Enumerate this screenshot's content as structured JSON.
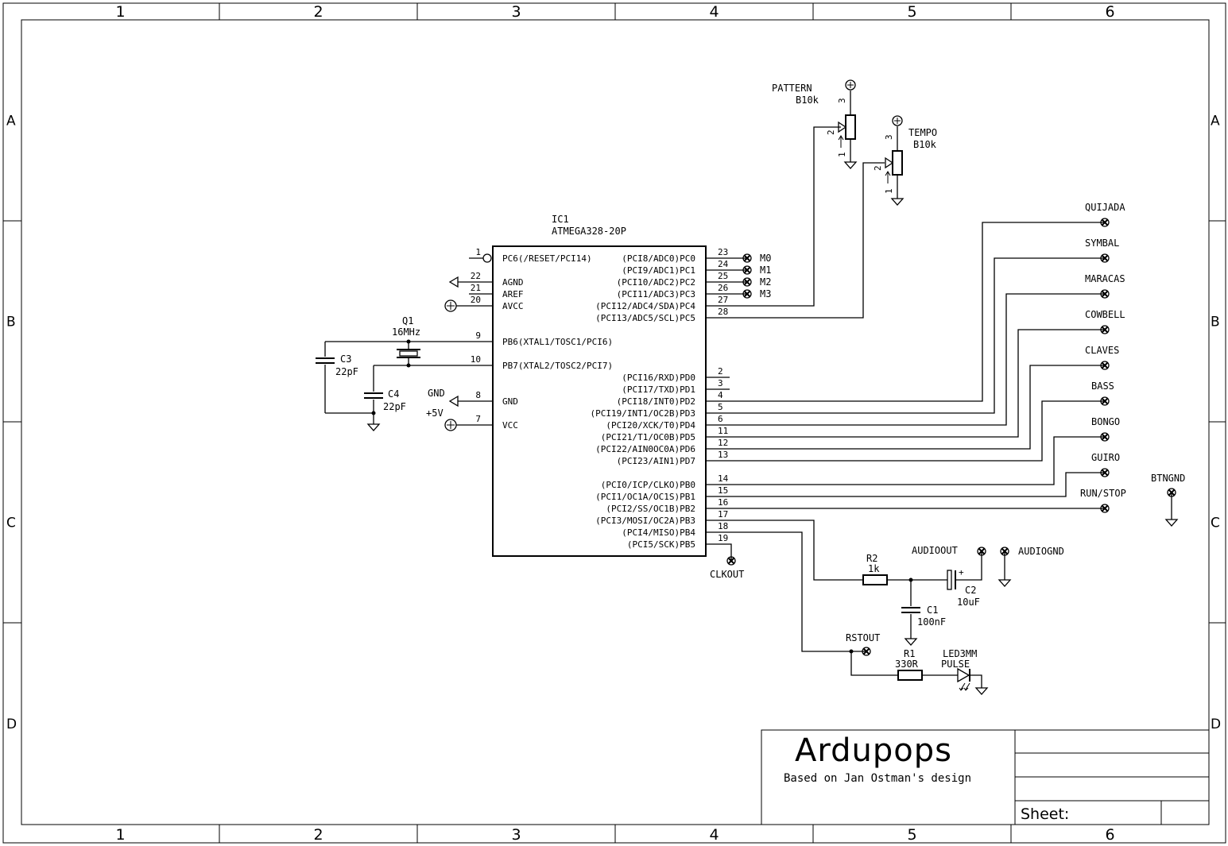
{
  "frame": {
    "columns": [
      "1",
      "2",
      "3",
      "4",
      "5",
      "6"
    ],
    "rows": [
      "A",
      "B",
      "C",
      "D"
    ]
  },
  "title_block": {
    "title": "Ardupops",
    "subtitle": "Based on Jan Ostman's design",
    "sheet_label": "Sheet:"
  },
  "ic1": {
    "ref": "IC1",
    "part": "ATMEGA328-20P",
    "left_pins": [
      {
        "num": "1",
        "name": "PC6(/RESET/PCI14)"
      },
      {
        "num": "22",
        "name": "AGND"
      },
      {
        "num": "21",
        "name": "AREF"
      },
      {
        "num": "20",
        "name": "AVCC"
      },
      {
        "num": "9",
        "name": "PB6(XTAL1/TOSC1/PCI6)"
      },
      {
        "num": "10",
        "name": "PB7(XTAL2/TOSC2/PCI7)"
      },
      {
        "num": "8",
        "name": "GND"
      },
      {
        "num": "7",
        "name": "VCC"
      }
    ],
    "right_pins": [
      {
        "num": "23",
        "name": "(PCI8/ADC0)PC0"
      },
      {
        "num": "24",
        "name": "(PCI9/ADC1)PC1"
      },
      {
        "num": "25",
        "name": "(PCI10/ADC2)PC2"
      },
      {
        "num": "26",
        "name": "(PCI11/ADC3)PC3"
      },
      {
        "num": "27",
        "name": "(PCI12/ADC4/SDA)PC4"
      },
      {
        "num": "28",
        "name": "(PCI13/ADC5/SCL)PC5"
      },
      {
        "num": "2",
        "name": "(PCI16/RXD)PD0"
      },
      {
        "num": "3",
        "name": "(PCI17/TXD)PD1"
      },
      {
        "num": "4",
        "name": "(PCI18/INT0)PD2"
      },
      {
        "num": "5",
        "name": "(PCI19/INT1/OC2B)PD3"
      },
      {
        "num": "6",
        "name": "(PCI20/XCK/T0)PD4"
      },
      {
        "num": "11",
        "name": "(PCI21/T1/OC0B)PD5"
      },
      {
        "num": "12",
        "name": "(PCI22/AIN0OC0A)PD6"
      },
      {
        "num": "13",
        "name": "(PCI23/AIN1)PD7"
      },
      {
        "num": "14",
        "name": "(PCI0/ICP/CLKO)PB0"
      },
      {
        "num": "15",
        "name": "(PCI1/OC1A/OC1S)PB1"
      },
      {
        "num": "16",
        "name": "(PCI2/SS/OC1B)PB2"
      },
      {
        "num": "17",
        "name": "(PCI3/MOSI/OC2A)PB3"
      },
      {
        "num": "18",
        "name": "(PCI4/MISO)PB4"
      },
      {
        "num": "19",
        "name": "(PCI5/SCK)PB5"
      }
    ]
  },
  "mode_pads": [
    "M0",
    "M1",
    "M2",
    "M3"
  ],
  "pattern_pot": {
    "name": "PATTERN",
    "value": "B10k",
    "pins": [
      "3",
      "2",
      "1"
    ]
  },
  "tempo_pot": {
    "name": "TEMPO",
    "value": "B10k",
    "pins": [
      "3",
      "2",
      "1"
    ]
  },
  "crystal": {
    "ref": "Q1",
    "value": "16MHz"
  },
  "c3": {
    "ref": "C3",
    "value": "22pF"
  },
  "c4": {
    "ref": "C4",
    "value": "22pF"
  },
  "supply": {
    "gnd": "GND",
    "vcc": "+5V"
  },
  "instruments": [
    "QUIJADA",
    "SYMBAL",
    "MARACAS",
    "COWBELL",
    "CLAVES",
    "BASS",
    "BONGO",
    "GUIRO",
    "RUN/STOP"
  ],
  "btngnd": "BTNGND",
  "clkout": "CLKOUT",
  "audio": {
    "out": "AUDIOOUT",
    "gnd": "AUDIOGND",
    "r2_ref": "R2",
    "r2_value": "1k",
    "c2_ref": "C2",
    "c2_value": "10uF",
    "c1_ref": "C1",
    "c1_value": "100nF",
    "plus": "+"
  },
  "led": {
    "rstout": "RSTOUT",
    "r1_ref": "R1",
    "r1_value": "330R",
    "led_ref": "LED3MM",
    "led_name": "PULSE"
  }
}
